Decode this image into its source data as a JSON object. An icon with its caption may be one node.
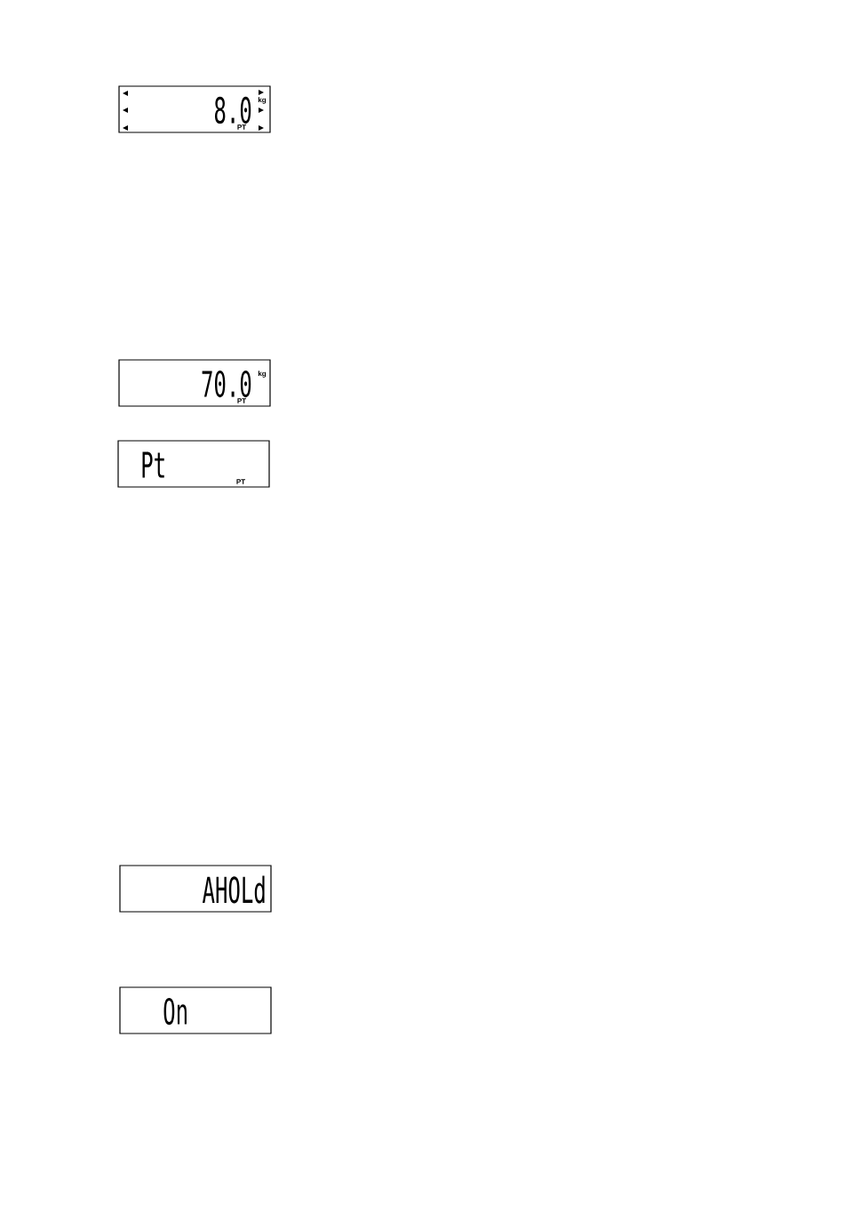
{
  "diagram": {
    "nodes": [
      {
        "text": [
          "8.0",
          "kg",
          "PT"
        ]
      },
      {
        "text": [
          "70.0",
          "kg",
          "PT"
        ]
      },
      {
        "text": [
          "Pt",
          "PT"
        ]
      },
      {
        "text": [
          "AHOLd"
        ]
      },
      {
        "text": [
          "On"
        ]
      }
    ]
  }
}
